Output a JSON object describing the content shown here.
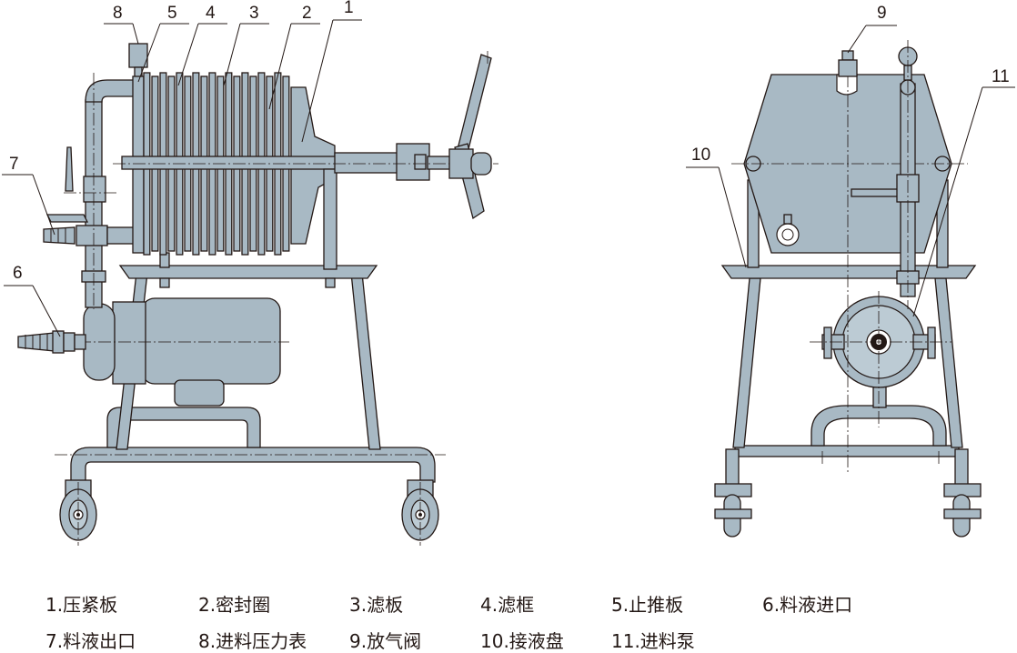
{
  "callouts": {
    "c1": "1",
    "c2": "2",
    "c3": "3",
    "c4": "4",
    "c5": "5",
    "c6": "6",
    "c7": "7",
    "c8": "8",
    "c9": "9",
    "c10": "10",
    "c11": "11"
  },
  "legend": {
    "row1": [
      "1.压紧板",
      "2.密封圈",
      "3.滤板",
      "4.滤框",
      "5.止推板",
      "6.料液进口"
    ],
    "row2": [
      "7.料液出口",
      "8.进料压力表",
      "9.放气阀",
      "10.接液盘",
      "11.进料泵"
    ]
  },
  "colors": {
    "metal": "#a8b9c4",
    "outline": "#231815"
  }
}
